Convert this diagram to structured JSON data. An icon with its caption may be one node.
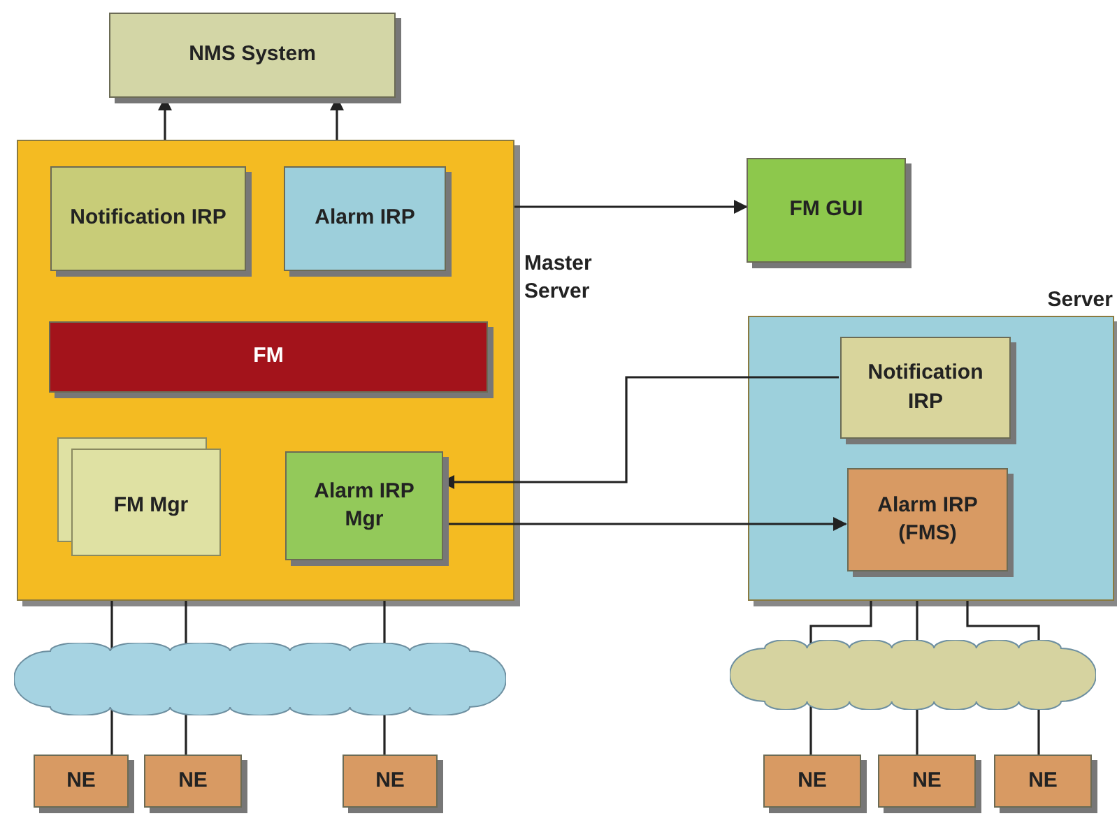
{
  "diagram": {
    "nodes": [
      {
        "text": [
          "NMS System"
        ]
      },
      {
        "text": [
          "Master Server"
        ]
      },
      {
        "text": [
          "Notification IRP"
        ],
        "in": 1
      },
      {
        "text": [
          "Alarm IRP"
        ],
        "in": 1
      },
      {
        "text": [
          "FM"
        ],
        "in": 1
      },
      {
        "text": [
          "FM Mgr"
        ],
        "in": 1
      },
      {
        "text": [
          "Alarm IRP Mgr"
        ],
        "in": 1
      },
      {
        "text": [
          "FM GUI"
        ]
      },
      {
        "text": [
          "Server"
        ]
      },
      {
        "text": [
          "Notification IRP"
        ],
        "in": 8
      },
      {
        "text": [
          "Alarm IRP (FMS)"
        ],
        "in": 8
      },
      {
        "text": [],
        "shape": "cloud"
      },
      {
        "text": [],
        "shape": "cloud"
      },
      {
        "text": [
          "NE"
        ]
      },
      {
        "text": [
          "NE"
        ]
      },
      {
        "text": [
          "NE"
        ]
      },
      {
        "text": [
          "NE"
        ]
      },
      {
        "text": [
          "NE"
        ]
      },
      {
        "text": [
          "NE"
        ]
      }
    ],
    "edges": [
      {
        "from": 1,
        "to": 0,
        "arrow": "to"
      },
      {
        "from": 1,
        "to": 0,
        "arrow": "to"
      },
      {
        "from": 1,
        "to": 7,
        "arrow": "to"
      },
      {
        "from": 9,
        "to": 6,
        "arrow": "to"
      },
      {
        "from": 6,
        "to": 10,
        "arrow": "to"
      },
      {
        "from": 1,
        "to": 11,
        "arrow": "none"
      },
      {
        "from": 1,
        "to": 11,
        "arrow": "none"
      },
      {
        "from": 1,
        "to": 11,
        "arrow": "none"
      },
      {
        "from": 11,
        "to": 13,
        "arrow": "none"
      },
      {
        "from": 11,
        "to": 14,
        "arrow": "none"
      },
      {
        "from": 11,
        "to": 15,
        "arrow": "none"
      },
      {
        "from": 8,
        "to": 12,
        "arrow": "none"
      },
      {
        "from": 8,
        "to": 12,
        "arrow": "none"
      },
      {
        "from": 8,
        "to": 12,
        "arrow": "none"
      },
      {
        "from": 12,
        "to": 16,
        "arrow": "none"
      },
      {
        "from": 12,
        "to": 17,
        "arrow": "none"
      },
      {
        "from": 12,
        "to": 18,
        "arrow": "none"
      }
    ]
  }
}
